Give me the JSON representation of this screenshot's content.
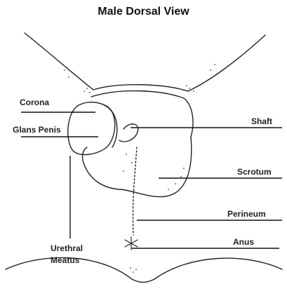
{
  "title": "Male Dorsal View",
  "labels": {
    "corona": "Corona",
    "glans_penis": "Glans Penis",
    "urethral_meatus_line1": "Urethral",
    "urethral_meatus_line2": "Meatus",
    "shaft": "Shaft",
    "scrotum": "Scrotum",
    "perineum": "Perineum",
    "anus": "Anus"
  }
}
